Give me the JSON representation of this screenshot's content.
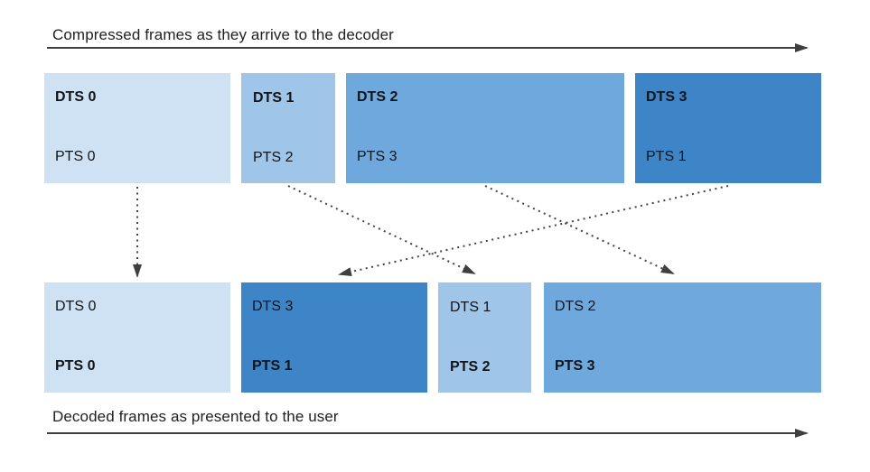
{
  "diagram": {
    "title_top": "Compressed frames as they arrive to the decoder",
    "title_bottom": "Decoded frames as presented to the user",
    "arrow_color": "#3f3f3f",
    "dotted_arrow_color": "#434343",
    "caption_color": "#212121",
    "top_row": {
      "frames": [
        {
          "dts": "DTS 0",
          "pts": "PTS 0",
          "color": "#cfe2f3"
        },
        {
          "dts": "DTS 1",
          "pts": "PTS 2",
          "color": "#9fc5e8"
        },
        {
          "dts": "DTS 2",
          "pts": "PTS 3",
          "color": "#6fa8dc"
        },
        {
          "dts": "DTS 3",
          "pts": "PTS 1",
          "color": "#3d85c6"
        }
      ]
    },
    "bottom_row": {
      "frames": [
        {
          "dts": "DTS 0",
          "pts": "PTS 0",
          "color": "#cfe2f3"
        },
        {
          "dts": "DTS 3",
          "pts": "PTS 1",
          "color": "#3d85c6"
        },
        {
          "dts": "DTS 1",
          "pts": "PTS 2",
          "color": "#9fc5e8"
        },
        {
          "dts": "DTS 2",
          "pts": "PTS 3",
          "color": "#6fa8dc"
        }
      ]
    }
  }
}
